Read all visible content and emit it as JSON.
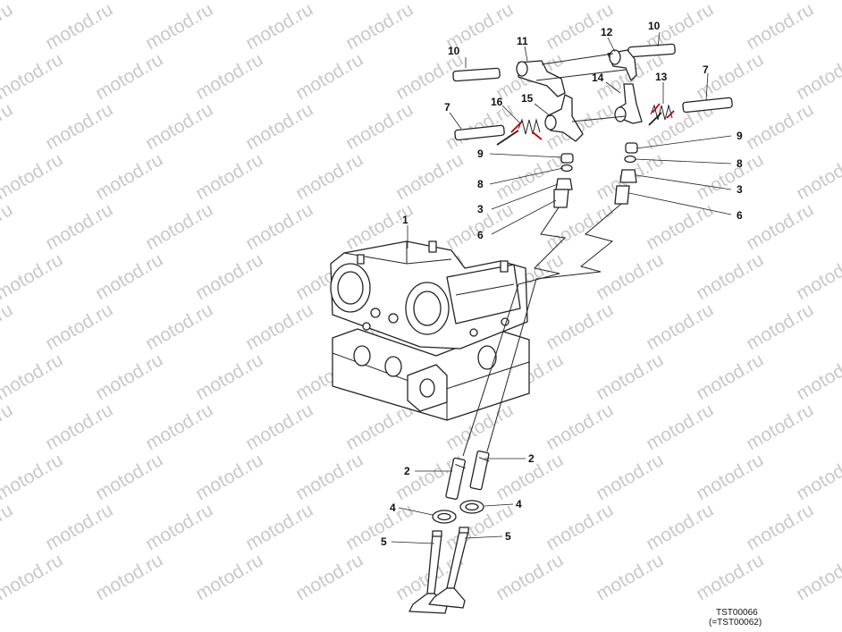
{
  "watermark": {
    "text": "motod.ru",
    "color": "#c9c9c9"
  },
  "reference": {
    "code": "TST00066",
    "alias": "(=TST00062)"
  },
  "callouts": [
    {
      "id": "c1",
      "label": "1"
    },
    {
      "id": "c2a",
      "label": "2"
    },
    {
      "id": "c2b",
      "label": "2"
    },
    {
      "id": "c3a",
      "label": "3"
    },
    {
      "id": "c3b",
      "label": "3"
    },
    {
      "id": "c4a",
      "label": "4"
    },
    {
      "id": "c4b",
      "label": "4"
    },
    {
      "id": "c5a",
      "label": "5"
    },
    {
      "id": "c5b",
      "label": "5"
    },
    {
      "id": "c6a",
      "label": "6"
    },
    {
      "id": "c6b",
      "label": "6"
    },
    {
      "id": "c7a",
      "label": "7"
    },
    {
      "id": "c7b",
      "label": "7"
    },
    {
      "id": "c8a",
      "label": "8"
    },
    {
      "id": "c8b",
      "label": "8"
    },
    {
      "id": "c9a",
      "label": "9"
    },
    {
      "id": "c9b",
      "label": "9"
    },
    {
      "id": "c10a",
      "label": "10"
    },
    {
      "id": "c10b",
      "label": "10"
    },
    {
      "id": "c11",
      "label": "11"
    },
    {
      "id": "c12",
      "label": "12"
    },
    {
      "id": "c13",
      "label": "13"
    },
    {
      "id": "c14",
      "label": "14"
    },
    {
      "id": "c15",
      "label": "15"
    },
    {
      "id": "c16",
      "label": "16"
    }
  ]
}
